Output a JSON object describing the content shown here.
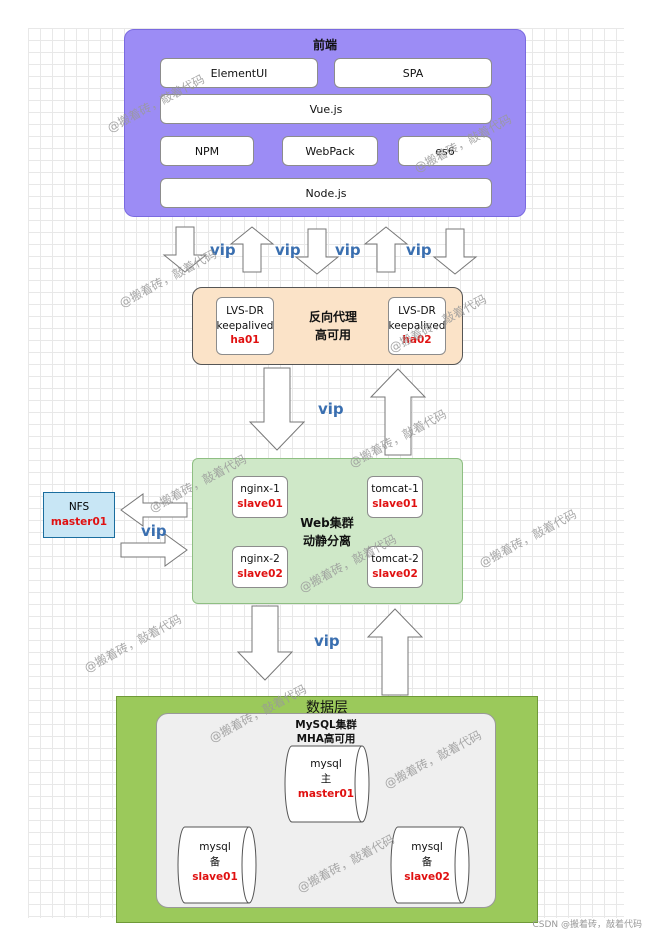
{
  "frontend": {
    "title": "前端",
    "items": [
      "ElementUI",
      "SPA",
      "Vue.js",
      "NPM",
      "WebPack",
      "es6",
      "Node.js"
    ]
  },
  "proxy": {
    "title": "反向代理",
    "subtitle": "高可用",
    "left": {
      "line1": "LVS-DR",
      "line2": "keepalived",
      "host": "ha01"
    },
    "right": {
      "line1": "LVS-DR",
      "line2": "keepalived",
      "host": "ha02"
    }
  },
  "web": {
    "title": "Web集群",
    "subtitle": "动静分离",
    "nodes": [
      {
        "name": "nginx-1",
        "host": "slave01"
      },
      {
        "name": "nginx-2",
        "host": "slave02"
      },
      {
        "name": "tomcat-1",
        "host": "slave01"
      },
      {
        "name": "tomcat-2",
        "host": "slave02"
      }
    ]
  },
  "nfs": {
    "name": "NFS",
    "host": "master01"
  },
  "data": {
    "title": "数据层",
    "cluster_title": "MySQL集群",
    "cluster_subtitle": "MHA高可用",
    "master": {
      "name": "mysql",
      "role": "主",
      "host": "master01"
    },
    "slave1": {
      "name": "mysql",
      "role": "备",
      "host": "slave01"
    },
    "slave2": {
      "name": "mysql",
      "role": "备",
      "host": "slave02"
    }
  },
  "vip_label": "vip",
  "watermark": "@搬着砖，敲着代码",
  "footer": "CSDN @搬着砖，敲着代码",
  "colors": {
    "frontend": "#9c8cf5",
    "proxy": "#fbe3c8",
    "web": "#cfe8c8",
    "nfs": "#c8e6f5",
    "data": "#9bc95b",
    "host_text": "#e01010",
    "vip_text": "#3a6fb0"
  }
}
